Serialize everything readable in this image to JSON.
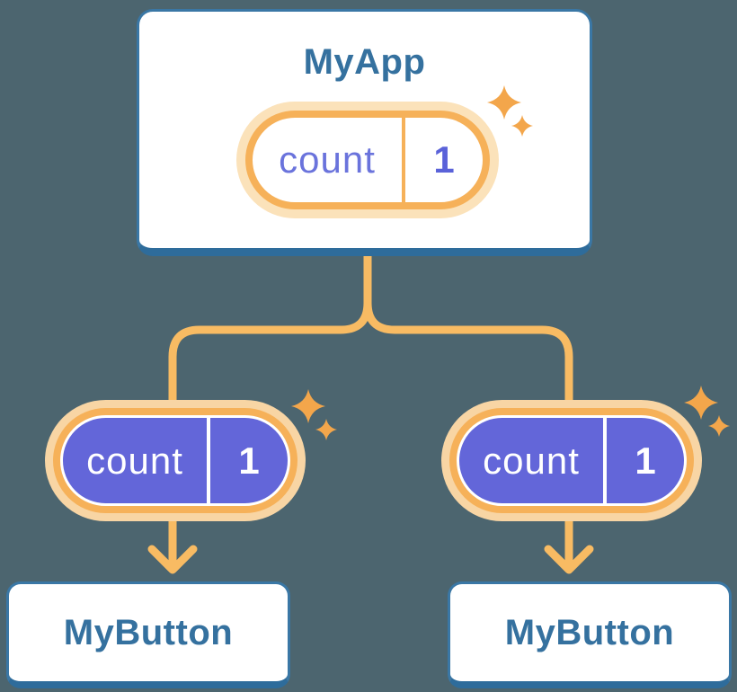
{
  "diagram": {
    "type": "react-component-tree",
    "parent": {
      "name": "MyApp",
      "state": {
        "label": "count",
        "value": "1"
      }
    },
    "children": [
      {
        "name": "MyButton",
        "prop": {
          "label": "count",
          "value": "1"
        }
      },
      {
        "name": "MyButton",
        "prop": {
          "label": "count",
          "value": "1"
        }
      }
    ],
    "icons": [
      "sparkle-icon",
      "arrow-down-icon"
    ],
    "colors": {
      "background": "#4C656F",
      "card_background": "#FFFFFF",
      "card_border": "#3A77A5",
      "card_border_bottom": "#2E6C9B",
      "heading_text": "#35719F",
      "connector_orange": "#F8BB63",
      "pill_ring_orange": "#F6B159",
      "state_pill_glow": "#FBE2BA",
      "prop_pill_glow": "#F8D5A4",
      "prop_pill_fill": "#6366D9",
      "state_label_text": "#6A73DC",
      "state_value_text": "#5A62D9",
      "prop_pill_text": "#FFFFFF",
      "sparkle_orange": "#F3A64B"
    }
  }
}
